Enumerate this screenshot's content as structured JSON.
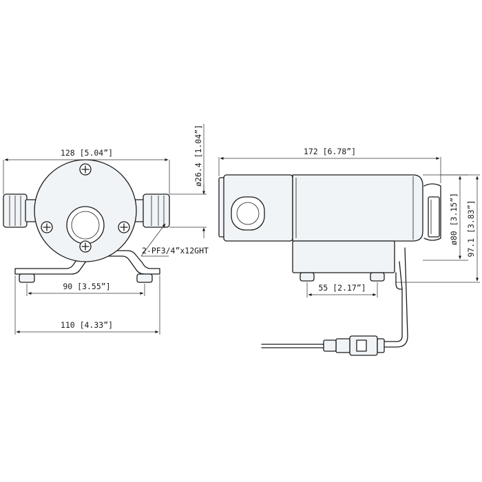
{
  "dimensions": {
    "width_front": "128 [5.04”]",
    "port_diameter": "ø26.4 [1.04”]",
    "thread_note": "2-PF3/4”x12GHT",
    "mount_hole_spacing": "90 [3.55”]",
    "base_width": "110 [4.33”]",
    "length_side": "172 [6.78”]",
    "motor_diameter": "ø80 [3.15”]",
    "overall_height": "97.1 [3.83”]",
    "foot_spacing_side": "55 [2.17”]"
  },
  "colors": {
    "line": "#1a1a1a",
    "body_fill": "#f1f4f7",
    "background": "#ffffff"
  }
}
